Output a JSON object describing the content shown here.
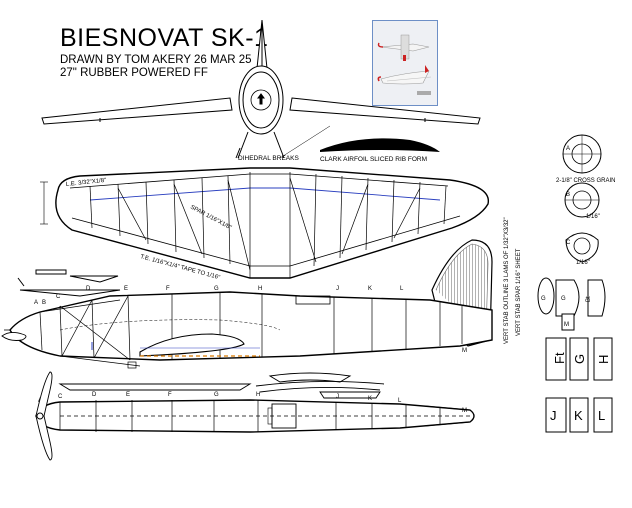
{
  "title": "BIESNOVAT SK-1",
  "credit": "DRAWN BY TOM AKERY  26 MAR 25",
  "subtitle": "27\" RUBBER POWERED FF",
  "notes": {
    "dihedral": "DIHEDRAL BREAKS",
    "airfoil": "CLARK AIRFOIL SLICED RIB FORM",
    "le_note": "L.E. 3/32\"X1/8\"",
    "te_note": "T.E. 1/16\"X1/4\" TAPE TO 1/16\"",
    "spar_note": "SPAR 1/16\"X1/8\"",
    "cross_grain": "2-1/8\" CROSS GRAIN",
    "ply": "1/16\"",
    "vert_stab": "VERT STAB OUTLINE 3 LAMS OF 1/32\"X3/32\"",
    "vert_spar": "VERT STAB SPAR 1/16\" SHEET"
  },
  "former_labels": [
    "A",
    "B",
    "C",
    "D",
    "E",
    "F",
    "G",
    "H",
    "J",
    "K",
    "L",
    "M"
  ],
  "part_labels": {
    "col1": [
      "G",
      "Ft",
      "J"
    ],
    "col2": [
      "G",
      "M",
      "G",
      "K"
    ],
    "col3": [
      "Bt",
      "H",
      "L"
    ]
  },
  "circles": [
    "A",
    "B",
    "C"
  ]
}
